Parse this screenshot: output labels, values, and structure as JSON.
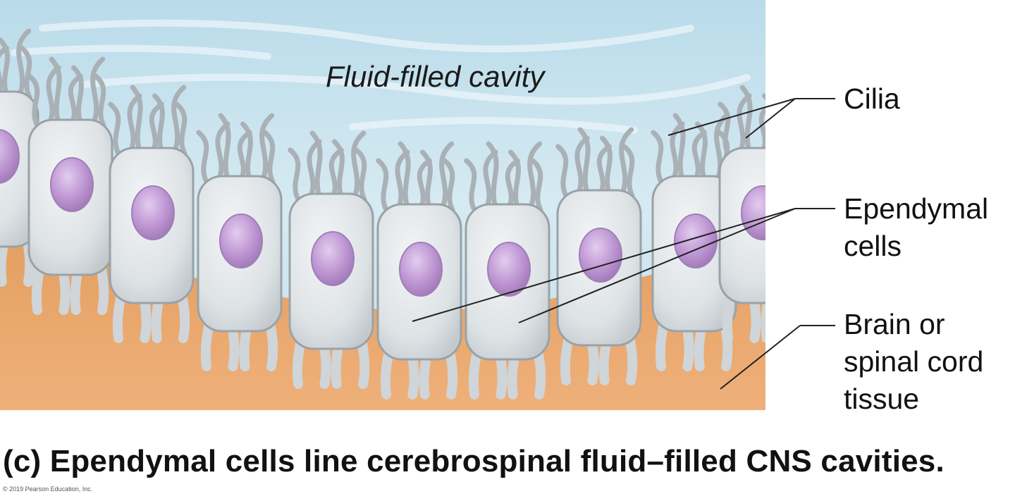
{
  "labels": {
    "cavity": "Fluid-filled cavity",
    "cilia": "Cilia",
    "ependymal": "Ependymal cells",
    "tissue": "Brain or spinal cord tissue"
  },
  "caption": "(c) Ependymal cells line cerebrospinal fluid–filled CNS cavities.",
  "copyright": "© 2019 Pearson Education, Inc.",
  "colors": {
    "cavity": "#c8e2ee",
    "tissue": "#e8a76b",
    "cell_body": "#dfe3e6",
    "nucleus": "#b58ccb",
    "leader_line": "#222222"
  }
}
